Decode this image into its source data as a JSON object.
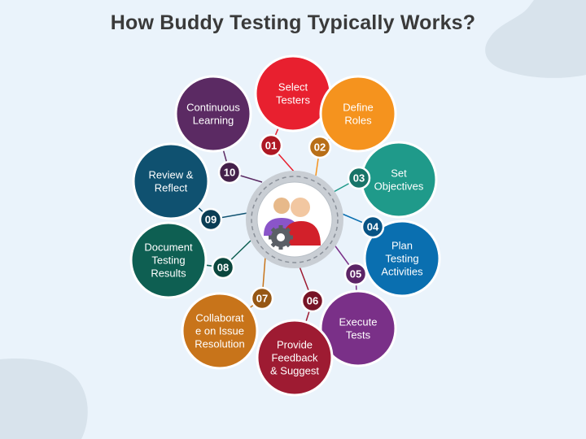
{
  "title": "How Buddy Testing Typically Works?",
  "colors": {
    "background": "#eaf3fb",
    "blob": "#d8e3ec",
    "hub_ring": "#c9ced4",
    "hub_dash": "#8a9099"
  },
  "hub": {
    "icon": "team-gear-icon"
  },
  "steps": [
    {
      "number": "01",
      "lines": [
        "Select",
        "Testers"
      ],
      "color": "#e8202f"
    },
    {
      "number": "02",
      "lines": [
        "Define",
        "Roles"
      ],
      "color": "#f5931e"
    },
    {
      "number": "03",
      "lines": [
        "Set",
        "Objectives"
      ],
      "color": "#1f9a8a"
    },
    {
      "number": "04",
      "lines": [
        "Plan",
        "Testing",
        "Activities"
      ],
      "color": "#0a6fb0"
    },
    {
      "number": "05",
      "lines": [
        "Execute",
        "Tests"
      ],
      "color": "#7a3088"
    },
    {
      "number": "06",
      "lines": [
        "Provide",
        "Feedback",
        "& Suggest"
      ],
      "color": "#9e1b32"
    },
    {
      "number": "07",
      "lines": [
        "Collaborat",
        "e on Issue",
        "Resolution"
      ],
      "color": "#c8741a"
    },
    {
      "number": "08",
      "lines": [
        "Document",
        "Testing",
        "Results"
      ],
      "color": "#0e5f52"
    },
    {
      "number": "09",
      "lines": [
        "Review &",
        "Reflect"
      ],
      "color": "#0f5170"
    },
    {
      "number": "10",
      "lines": [
        "Continuous",
        "Learning"
      ],
      "color": "#5b2a63"
    }
  ]
}
